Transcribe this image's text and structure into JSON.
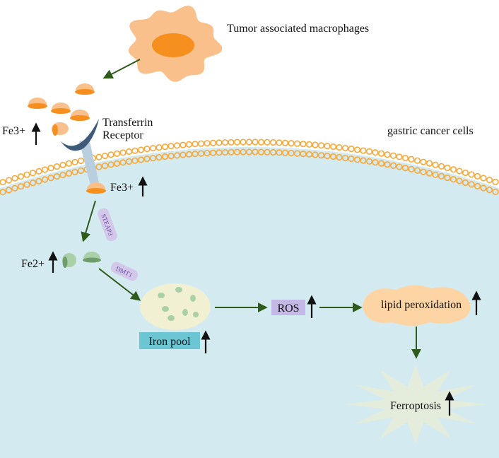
{
  "macrophage_label": "Tumor associated macrophages",
  "receptor_label_line1": "Transferrin",
  "receptor_label_line2": "Receptor",
  "cell_label": "gastric cancer cells",
  "fe3_outside": "Fe3+",
  "fe3_inside": "Fe3+",
  "fe2": "Fe2+",
  "steap3": "STEAP3",
  "dmt1": "DMT1",
  "iron_pool": "Iron pool",
  "ros": "ROS",
  "lipid_peroxidation": "lipid peroxidation",
  "ferroptosis": "Ferroptosis",
  "colors": {
    "macrophage": "#f9c08c",
    "macrophage_nucleus": "#f5901e",
    "cell": "#d3eaf0",
    "membrane": "#f7a83a",
    "receptor": "#3f5a78",
    "arrow": "#2e5a1c",
    "iron_pool_box": "#6cc5d2",
    "ros_box": "#c3b8e6",
    "lipid": "#fdd5a5",
    "ferroptosis": "#e4ecdc",
    "fe2_ion": "#a9d0a6",
    "label_box": "#d4c8ea"
  }
}
